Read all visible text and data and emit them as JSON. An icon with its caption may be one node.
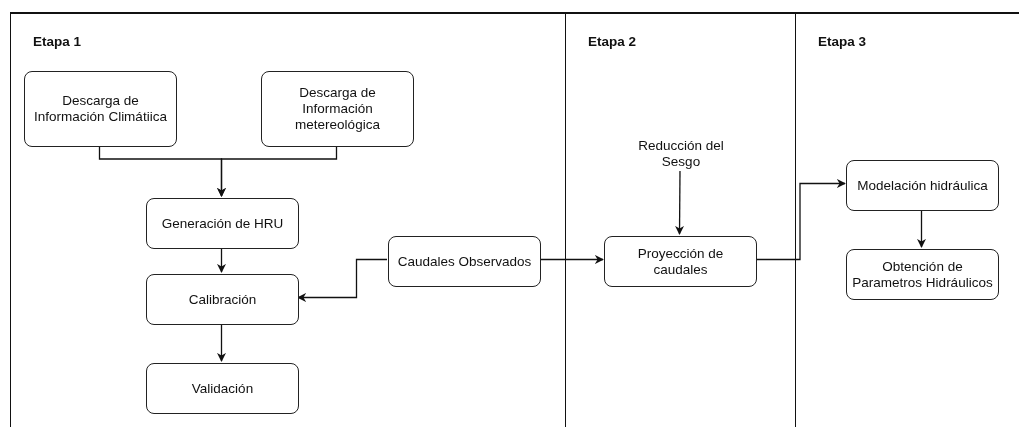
{
  "diagram": {
    "nodes": [
      {
        "text": [
          "Etapa 1"
        ]
      },
      {
        "text": [
          "Descarga de Información Climátiica"
        ],
        "in": 0
      },
      {
        "text": [
          "Descarga de Información metereológica"
        ],
        "in": 0
      },
      {
        "text": [
          "Generación de HRU"
        ],
        "in": 0
      },
      {
        "text": [
          "Calibración"
        ],
        "in": 0
      },
      {
        "text": [
          "Validación"
        ],
        "in": 0
      },
      {
        "text": [
          "Caudales Observados"
        ],
        "in": 0
      },
      {
        "text": [
          "Etapa 2"
        ]
      },
      {
        "text": [
          "Reducción del Sesgo"
        ],
        "in": 7
      },
      {
        "text": [
          "Proyección de caudales"
        ],
        "in": 7
      },
      {
        "text": [
          "Etapa 3"
        ]
      },
      {
        "text": [
          "Modelación hidráulica"
        ],
        "in": 10
      },
      {
        "text": [
          "Obtención de Parametros Hidráulicos"
        ],
        "in": 10
      }
    ],
    "edges": [
      {
        "from": 1,
        "to": 3,
        "arrow": "to"
      },
      {
        "from": 2,
        "to": 3,
        "arrow": "to"
      },
      {
        "from": 3,
        "to": 4,
        "arrow": "to"
      },
      {
        "from": 4,
        "to": 5,
        "arrow": "to"
      },
      {
        "from": 6,
        "to": 4,
        "arrow": "to"
      },
      {
        "from": 6,
        "to": 9,
        "arrow": "to"
      },
      {
        "from": 8,
        "to": 9,
        "arrow": "to"
      },
      {
        "from": 9,
        "to": 11,
        "arrow": "to"
      },
      {
        "from": 11,
        "to": 12,
        "arrow": "to"
      }
    ]
  }
}
